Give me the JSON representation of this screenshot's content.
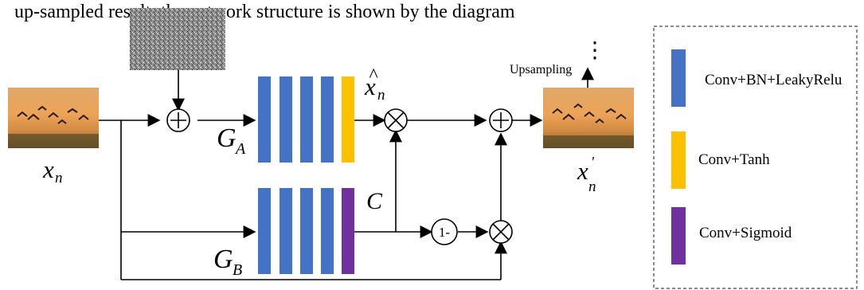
{
  "header_text": "up-sampled result; the network structure is shown by the diagram",
  "top_text": "up-sampled result; the network structure is shown by the diagram",
  "inputs": {
    "xn_base": "x",
    "xn_sub": "n"
  },
  "generators": {
    "ga_base": "G",
    "ga_sub": "A",
    "gb_base": "G",
    "gb_sub": "B",
    "c_label": "C"
  },
  "nodes": {
    "xhat_base": "x",
    "xhat_hat": "^",
    "xhat_sub": "n",
    "one_minus": "1-"
  },
  "output": {
    "xprime_base": "x",
    "xprime_sub": "n",
    "xprime_mark": "'",
    "upsampling": "Upsampling",
    "dots": "⋮"
  },
  "legend": {
    "items": [
      {
        "label": "Conv+BN+LeakyRelu",
        "color": "#4472c4"
      },
      {
        "label": "Conv+Tanh",
        "color": "#ffc000"
      },
      {
        "label": "Conv+Sigmoid",
        "color": "#7030a0"
      }
    ]
  },
  "colors": {
    "conv_bn": "#4472c4",
    "tanh": "#ffc000",
    "sigmoid": "#7030a0",
    "line": "#000000"
  }
}
